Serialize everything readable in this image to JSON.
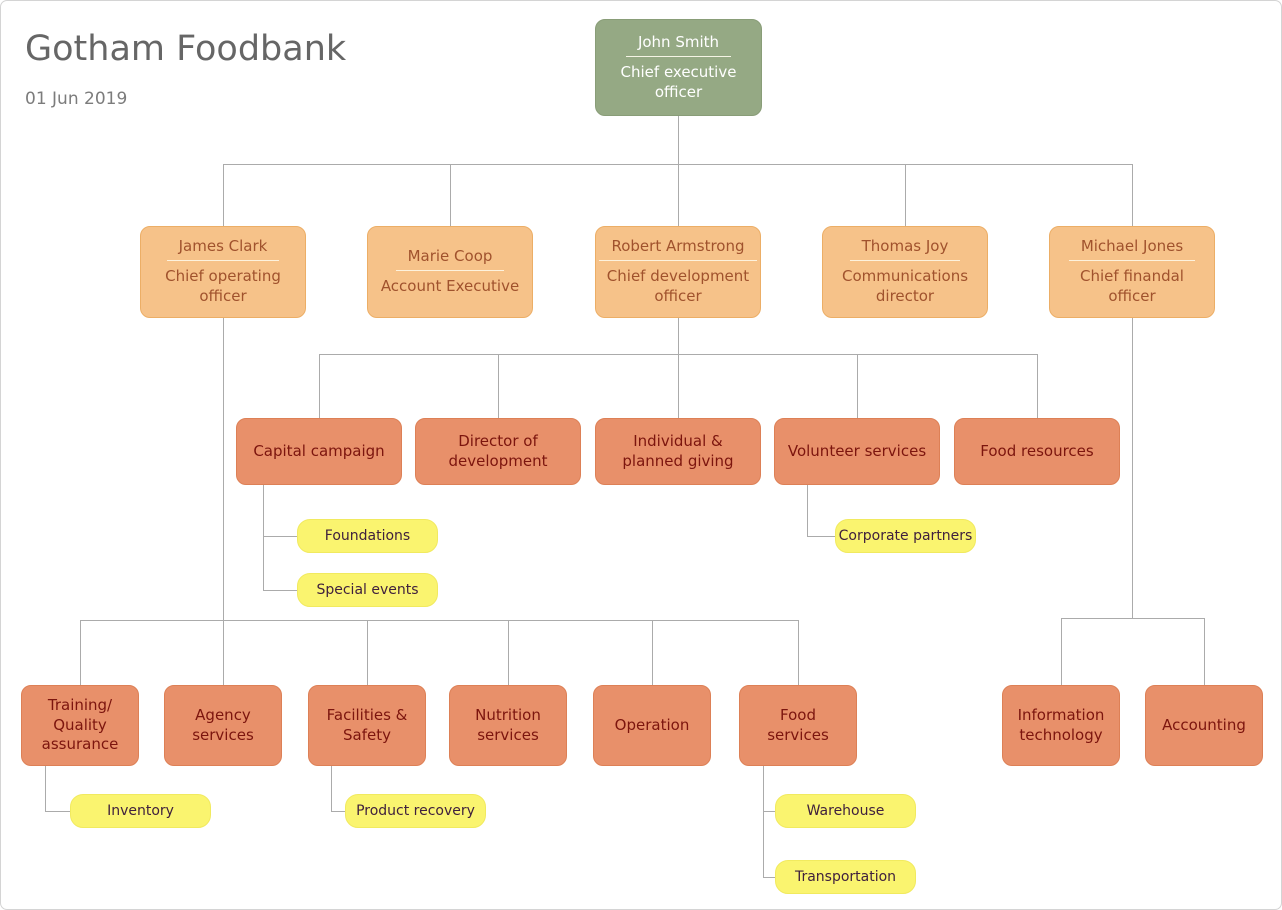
{
  "page": {
    "title": "Gotham Foodbank",
    "date": "01 Jun 2019"
  },
  "palette": {
    "executive_green": "#95a984",
    "manager_tan": "#f6c289",
    "department_salmon": "#e8906a",
    "subunit_yellow": "#faf46f",
    "connector_gray": "#ababab"
  },
  "people": {
    "ceo": {
      "name": "John Smith",
      "title": "Chief executive officer"
    },
    "coo": {
      "name": "James Clark",
      "title": "Chief operating officer"
    },
    "account_executive": {
      "name": "Marie Coop",
      "title": "Account Executive"
    },
    "cdo": {
      "name": "Robert Armstrong",
      "title": "Chief development officer"
    },
    "communications_director": {
      "name": "Thomas Joy",
      "title": "Communications director"
    },
    "cfo": {
      "name": "Michael Jones",
      "title": "Chief finandal officer"
    }
  },
  "departments": {
    "capital_campaign": "Capital campaign",
    "director_of_development": "Director of development",
    "individual_planned_giving": "Individual & planned giving",
    "volunteer_services": "Volunteer services",
    "food_resources": "Food resources",
    "training_quality_assurance": "Training/ Quality assurance",
    "agency_services": "Agency services",
    "facilities_safety": "Facilities & Safety",
    "nutrition_services": "Nutrition services",
    "operation": "Operation",
    "food_services": "Food services",
    "information_technology": "Information technology",
    "accounting": "Accounting"
  },
  "subunits": {
    "foundations": "Foundations",
    "special_events": "Special events",
    "corporate_partners": "Corporate partners",
    "inventory": "Inventory",
    "product_recovery": "Product recovery",
    "warehouse": "Warehouse",
    "transportation": "Transportation"
  }
}
